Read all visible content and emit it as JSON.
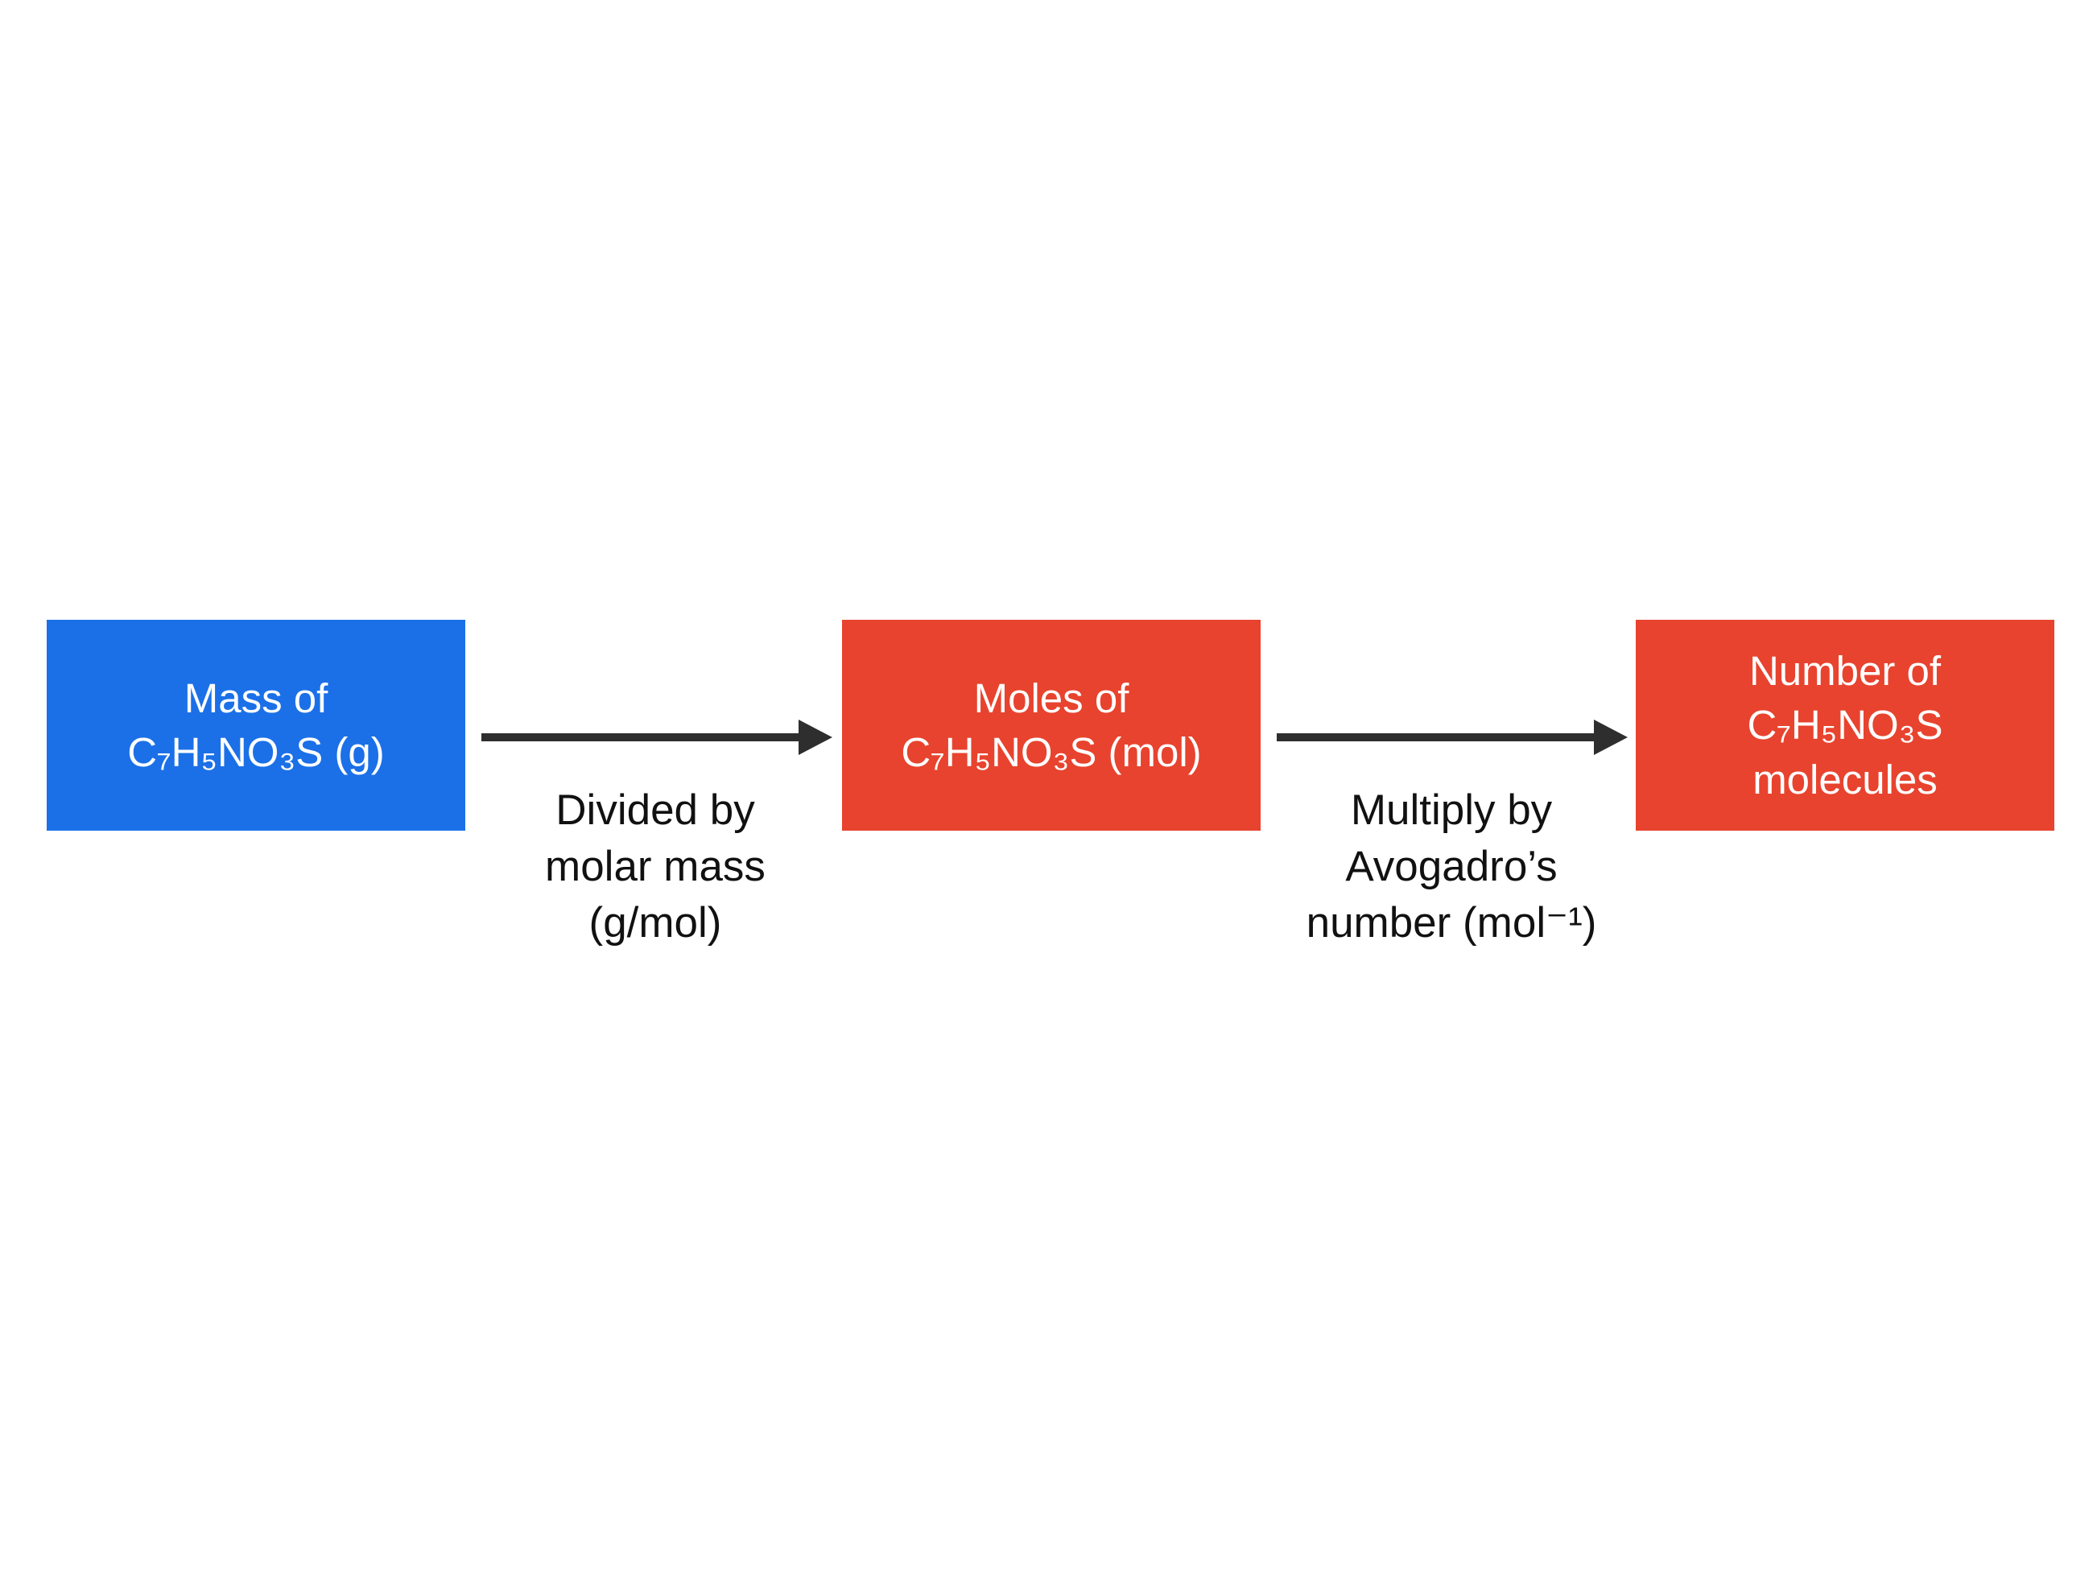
{
  "diagram": {
    "type": "flowchart",
    "background": "#ffffff",
    "arrow_color": "#2e2e2e",
    "nodes": [
      {
        "id": "mass",
        "label": "Mass of\nC₇H₅NO₃S (g)",
        "color": "#1b70e8",
        "text_color": "#ffffff"
      },
      {
        "id": "moles",
        "label": "Moles of\nC₇H₅NO₃S (mol)",
        "color": "#e8432e",
        "text_color": "#ffffff"
      },
      {
        "id": "molecules",
        "label": "Number of\nC₇H₅NO₃S\nmolecules",
        "color": "#e8432e",
        "text_color": "#ffffff"
      }
    ],
    "edges": [
      {
        "from": "mass",
        "to": "moles",
        "label": "Divided by\nmolar mass\n(g/mol)"
      },
      {
        "from": "moles",
        "to": "molecules",
        "label": "Multiply by\nAvogadro’s\nnumber (mol⁻¹)"
      }
    ]
  }
}
